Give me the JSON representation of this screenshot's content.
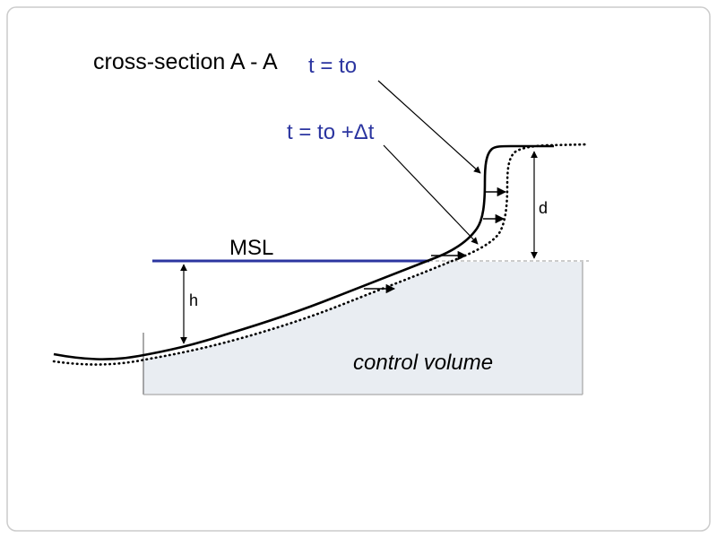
{
  "slide": {
    "title": "cross-section A - A",
    "labels": {
      "t0": "t = to",
      "t1": "t = to +Δt",
      "msl": "MSL",
      "h": "h",
      "d": "d",
      "control_volume": "control volume"
    },
    "colors": {
      "label_blue": "#2b35a0",
      "msl_line": "#2b35a0",
      "profile_black": "#000000",
      "control_volume_fill": "#e9edf2",
      "dashed_gray": "#999999"
    }
  }
}
